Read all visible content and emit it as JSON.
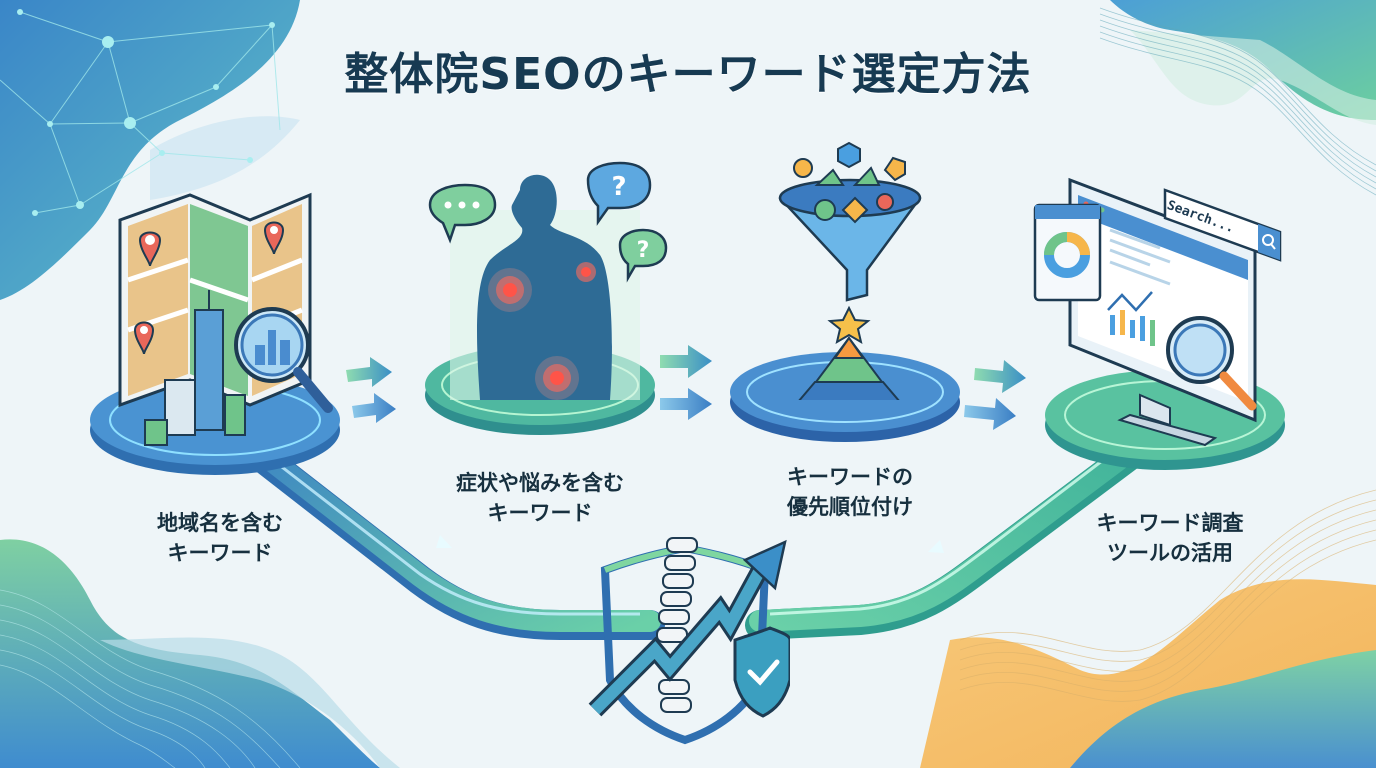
{
  "title": "整体院SEOのキーワード選定方法",
  "colors": {
    "title_text": "#173a52",
    "label_text": "#17303f",
    "primary_blue": "#3b82c4",
    "teal_green": "#5cc8a0",
    "accent_orange": "#f5a43a",
    "pain_red": "#e84a3c",
    "background": "#eef5f8"
  },
  "steps": [
    {
      "id": "step-1",
      "icon": "map-city-magnifier-icon",
      "label_line1": "地域名を含む",
      "label_line2": "キーワード"
    },
    {
      "id": "step-2",
      "icon": "body-pain-points-icon",
      "label_line1": "症状や悩みを含む",
      "label_line2": "キーワード"
    },
    {
      "id": "step-3",
      "icon": "funnel-pyramid-icon",
      "label_line1": "キーワードの",
      "label_line2": "優先順位付け"
    },
    {
      "id": "step-4",
      "icon": "monitor-search-analytics-icon",
      "label_line1": "キーワード調査",
      "label_line2": "ツールの活用"
    }
  ],
  "monitor": {
    "search_placeholder": "Search..."
  },
  "center_emblem": {
    "icon": "spine-growth-shield-icon"
  },
  "connectors": [
    {
      "from": "step-1",
      "to": "step-2",
      "icon": "double-arrow-right-icon"
    },
    {
      "from": "step-2",
      "to": "step-3",
      "icon": "double-arrow-right-icon"
    },
    {
      "from": "step-3",
      "to": "step-4",
      "icon": "double-arrow-right-icon"
    }
  ]
}
